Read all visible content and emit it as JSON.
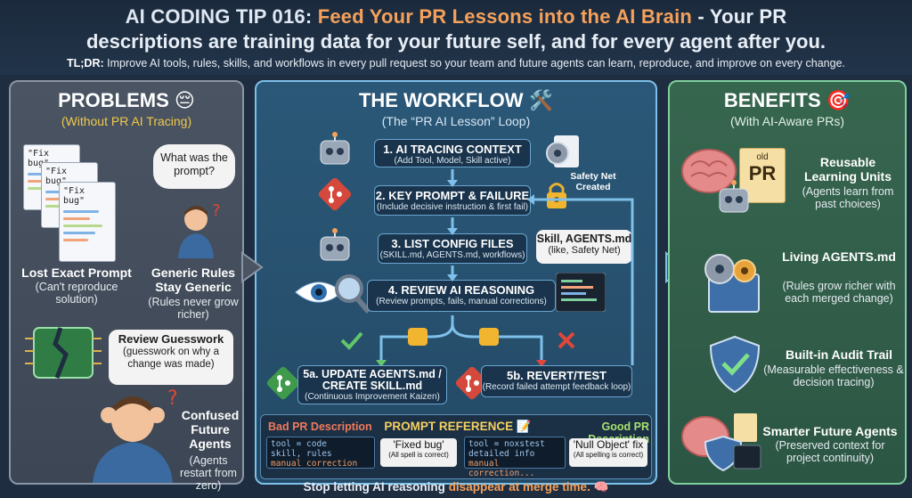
{
  "header": {
    "title_lead": "AI CODING TIP 016: ",
    "title_accent": "Feed Your PR Lessons into the AI Brain",
    "title_tail": " - Your PR",
    "title_line2": "descriptions are training data for your future self, and for every agent after you.",
    "tldr_label": "TL;DR:",
    "tldr_text": " Improve AI tools, rules, skills, and workflows in every pull request so your team and future agents can learn, reproduce, and improve on every change."
  },
  "problems": {
    "title": "PROBLEMS 😔",
    "subtitle": "(Without PR AI Tracing)",
    "doc_labels": [
      "\"Fix bug\"",
      "\"Fix bug\"",
      "\"Fix bug\""
    ],
    "bubble": "What was the prompt?",
    "items": [
      {
        "title": "Lost Exact Prompt",
        "desc": "(Can't reproduce solution)"
      },
      {
        "title": "Generic Rules Stay Generic",
        "desc": "(Rules never grow richer)"
      },
      {
        "title": "Review Guesswork",
        "desc": "(guesswork on why a change was made)"
      },
      {
        "title": "Confused Future Agents",
        "desc": "(Agents restart from zero)"
      }
    ]
  },
  "workflow": {
    "title": "THE WORKFLOW 🛠️",
    "subtitle": "(The “PR AI Lesson” Loop)",
    "steps": [
      {
        "title": "1. AI TRACING CONTEXT",
        "desc": "(Add Tool, Model, Skill active)"
      },
      {
        "title": "2. KEY PROMPT & FAILURE",
        "desc": "(Include decisive instruction & first fail)"
      },
      {
        "title": "3. LIST CONFIG FILES",
        "desc": "(SKILL.md, AGENTS.md, workflows)"
      },
      {
        "title": "4. REVIEW AI REASONING",
        "desc": "(Review prompts, fails, manual corrections)"
      },
      {
        "title": "5a. UPDATE AGENTS.md / CREATE SKILL.md",
        "desc": "(Continuous Improvement Kaizen)"
      },
      {
        "title": "5b. REVERT/TEST",
        "desc": "(Record failed attempt feedback loop)"
      }
    ],
    "safety_net": "Safety Net Created",
    "config_note_title": "Skill, AGENTS.md",
    "config_note_sub": "(like, Safety Net)"
  },
  "reference": {
    "bad_label": "Bad PR Description",
    "center_label": "PROMPT REFERENCE 📝",
    "good_label": "Good PR Description",
    "bad_code": [
      "tool = code",
      "skill, rules",
      "manual correction"
    ],
    "bad_chip_title": "'Fixed bug'",
    "bad_chip_sub": "(All spell is correct)",
    "good_code": [
      "tool = noxstest",
      "detailed info",
      "manual correction..."
    ],
    "good_chip_title": "'Null Object' fix",
    "good_chip_sub": "(All spelling is correct)"
  },
  "benefits": {
    "title": "BENEFITS 🎯",
    "subtitle": "(With AI-Aware PRs)",
    "doc_top": "old",
    "doc_main": "PR",
    "items": [
      {
        "title": "Reusable Learning Units",
        "desc": "(Agents learn from past choices)"
      },
      {
        "title": "Living AGENTS.md",
        "desc": "(Rules grow richer with each merged change)"
      },
      {
        "title": "Built-in Audit Trail",
        "desc": "(Measurable effectiveness & decision tracing)"
      },
      {
        "title": "Smarter Future Agents",
        "desc": "(Preserved context for project continuity)"
      }
    ]
  },
  "footer": {
    "lead": "Stop letting AI reasoning ",
    "accent": "disappear at merge time.",
    "tail": " 🧠"
  },
  "colors": {
    "accent_orange": "#f5a15b",
    "problems_yellow": "#f2c94c",
    "workflow_blue": "#7fc0ea",
    "benefits_green": "#7fcf9e"
  }
}
